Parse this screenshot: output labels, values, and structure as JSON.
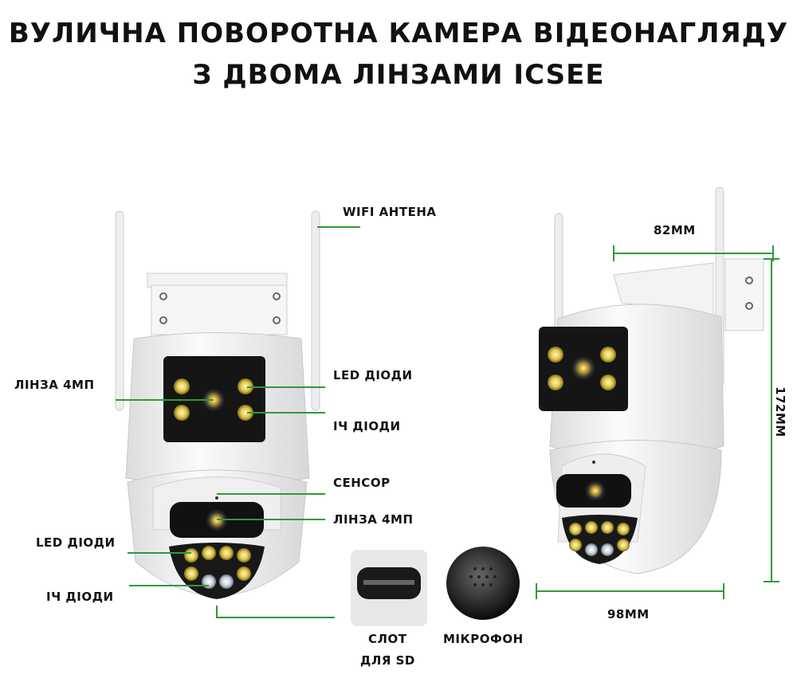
{
  "title": {
    "line1": "ВУЛИЧНА ПОВОРОТНА КАМЕРА ВІДЕОНАГЛЯДУ",
    "line2": "З ДВОМА ЛІНЗАМИ ICSEE"
  },
  "labels": {
    "wifi_antenna": "WIFI АНТЕНА",
    "lens_top": "ЛІНЗА 4МП",
    "led_top": "LED ДІОДИ",
    "ir_top": "ІЧ ДІОДИ",
    "sensor": "СЕНСОР",
    "lens_bottom": "ЛІНЗА 4МП",
    "led_bottom": "LED ДІОДИ",
    "ir_bottom": "ІЧ ДІОДИ",
    "sd_slot_line1": "СЛОТ",
    "sd_slot_line2": "ДЛЯ SD",
    "microphone": "МІКРОФОН"
  },
  "dimensions": {
    "width": "82ММ",
    "height": "172ММ",
    "depth": "98ММ"
  },
  "colors": {
    "leader_line": "#2e9a3a",
    "dimension_line": "#2e9a3a",
    "camera_body": "#f4f4f4",
    "lens_panel": "#151515"
  }
}
